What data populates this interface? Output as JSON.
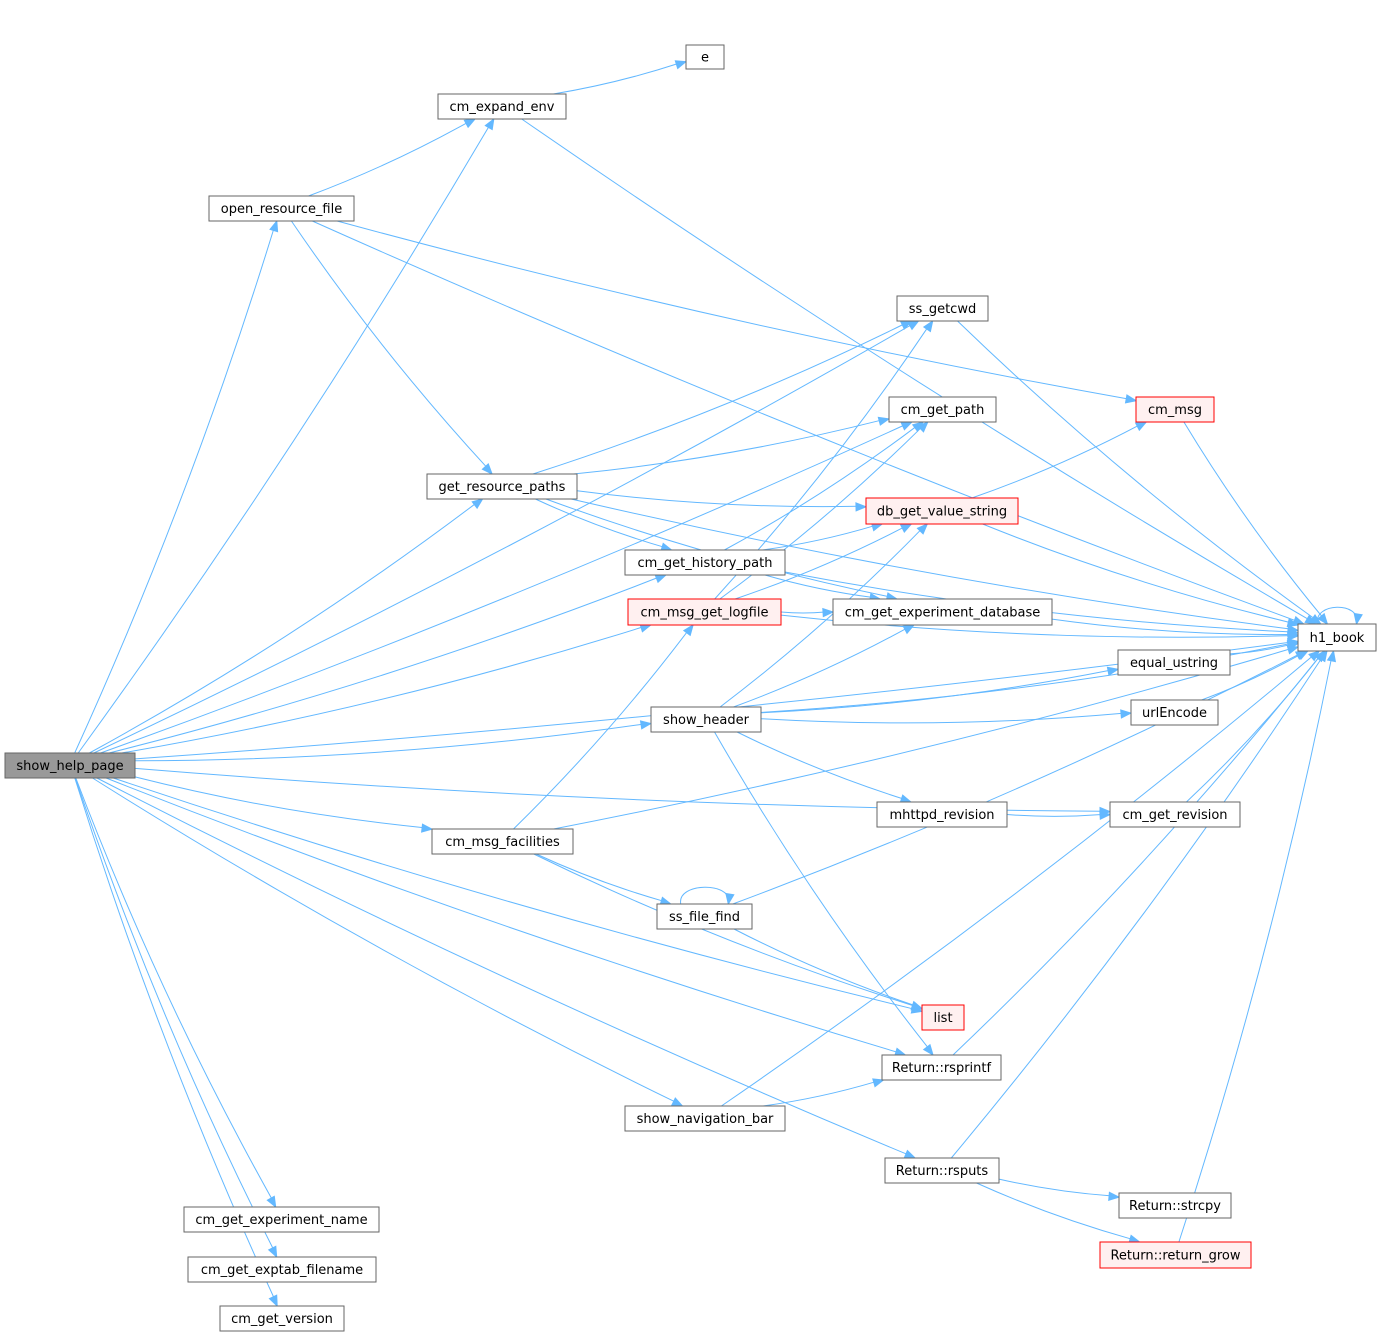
{
  "diagram": {
    "kind": "call-graph",
    "colors": {
      "edge": "#63b8ff",
      "node_border": "#666666",
      "root_fill": "#999999",
      "red_border": "#ff0000",
      "red_fill": "#fff0f0"
    },
    "nodes": [
      {
        "id": "show_help_page",
        "label": "show_help_page",
        "style": "root"
      },
      {
        "id": "e",
        "label": "e",
        "style": "plain"
      },
      {
        "id": "cm_expand_env",
        "label": "cm_expand_env",
        "style": "plain"
      },
      {
        "id": "open_resource_file",
        "label": "open_resource_file",
        "style": "plain"
      },
      {
        "id": "ss_getcwd",
        "label": "ss_getcwd",
        "style": "plain"
      },
      {
        "id": "cm_get_path",
        "label": "cm_get_path",
        "style": "plain"
      },
      {
        "id": "cm_msg",
        "label": "cm_msg",
        "style": "red"
      },
      {
        "id": "get_resource_paths",
        "label": "get_resource_paths",
        "style": "plain"
      },
      {
        "id": "db_get_value_string",
        "label": "db_get_value_string",
        "style": "red"
      },
      {
        "id": "cm_get_history_path",
        "label": "cm_get_history_path",
        "style": "plain"
      },
      {
        "id": "cm_msg_get_logfile",
        "label": "cm_msg_get_logfile",
        "style": "red"
      },
      {
        "id": "cm_get_experiment_database",
        "label": "cm_get_experiment_database",
        "style": "plain"
      },
      {
        "id": "h1_book",
        "label": "h1_book",
        "style": "plain"
      },
      {
        "id": "equal_ustring",
        "label": "equal_ustring",
        "style": "plain"
      },
      {
        "id": "show_header",
        "label": "show_header",
        "style": "plain"
      },
      {
        "id": "urlEncode",
        "label": "urlEncode",
        "style": "plain"
      },
      {
        "id": "mhttpd_revision",
        "label": "mhttpd_revision",
        "style": "plain"
      },
      {
        "id": "cm_get_revision",
        "label": "cm_get_revision",
        "style": "plain"
      },
      {
        "id": "cm_msg_facilities",
        "label": "cm_msg_facilities",
        "style": "plain"
      },
      {
        "id": "ss_file_find",
        "label": "ss_file_find",
        "style": "plain"
      },
      {
        "id": "list",
        "label": "list",
        "style": "red"
      },
      {
        "id": "rsprintf",
        "label": "Return::rsprintf",
        "style": "plain"
      },
      {
        "id": "show_navigation_bar",
        "label": "show_navigation_bar",
        "style": "plain"
      },
      {
        "id": "rsputs",
        "label": "Return::rsputs",
        "style": "plain"
      },
      {
        "id": "strcpy",
        "label": "Return::strcpy",
        "style": "plain"
      },
      {
        "id": "return_grow",
        "label": "Return::return_grow",
        "style": "red"
      },
      {
        "id": "cm_get_experiment_name",
        "label": "cm_get_experiment_name",
        "style": "plain"
      },
      {
        "id": "cm_get_exptab_filename",
        "label": "cm_get_exptab_filename",
        "style": "plain"
      },
      {
        "id": "cm_get_version",
        "label": "cm_get_version",
        "style": "plain"
      }
    ],
    "edges": [
      [
        "show_help_page",
        "h1_book"
      ],
      [
        "show_help_page",
        "cm_expand_env"
      ],
      [
        "show_help_page",
        "open_resource_file"
      ],
      [
        "show_help_page",
        "ss_getcwd"
      ],
      [
        "show_help_page",
        "cm_get_path"
      ],
      [
        "show_help_page",
        "get_resource_paths"
      ],
      [
        "show_help_page",
        "cm_get_history_path"
      ],
      [
        "show_help_page",
        "cm_msg_get_logfile"
      ],
      [
        "show_help_page",
        "show_header"
      ],
      [
        "show_help_page",
        "cm_get_revision"
      ],
      [
        "show_help_page",
        "cm_msg_facilities"
      ],
      [
        "show_help_page",
        "list"
      ],
      [
        "show_help_page",
        "rsprintf"
      ],
      [
        "show_help_page",
        "show_navigation_bar"
      ],
      [
        "show_help_page",
        "rsputs"
      ],
      [
        "show_help_page",
        "cm_get_experiment_name"
      ],
      [
        "show_help_page",
        "cm_get_exptab_filename"
      ],
      [
        "show_help_page",
        "cm_get_version"
      ],
      [
        "cm_expand_env",
        "e"
      ],
      [
        "cm_expand_env",
        "h1_book"
      ],
      [
        "open_resource_file",
        "cm_expand_env"
      ],
      [
        "open_resource_file",
        "h1_book"
      ],
      [
        "open_resource_file",
        "cm_msg"
      ],
      [
        "open_resource_file",
        "get_resource_paths"
      ],
      [
        "get_resource_paths",
        "ss_getcwd"
      ],
      [
        "get_resource_paths",
        "h1_book"
      ],
      [
        "get_resource_paths",
        "cm_get_path"
      ],
      [
        "get_resource_paths",
        "db_get_value_string"
      ],
      [
        "get_resource_paths",
        "cm_get_history_path"
      ],
      [
        "get_resource_paths",
        "cm_get_experiment_database"
      ],
      [
        "ss_getcwd",
        "h1_book"
      ],
      [
        "cm_msg",
        "h1_book"
      ],
      [
        "db_get_value_string",
        "cm_msg"
      ],
      [
        "db_get_value_string",
        "h1_book"
      ],
      [
        "cm_get_history_path",
        "cm_get_path"
      ],
      [
        "cm_get_history_path",
        "h1_book"
      ],
      [
        "cm_get_history_path",
        "db_get_value_string"
      ],
      [
        "cm_get_history_path",
        "cm_get_experiment_database"
      ],
      [
        "cm_msg_get_logfile",
        "ss_getcwd"
      ],
      [
        "cm_msg_get_logfile",
        "cm_get_path"
      ],
      [
        "cm_msg_get_logfile",
        "db_get_value_string"
      ],
      [
        "cm_msg_get_logfile",
        "cm_get_experiment_database"
      ],
      [
        "cm_msg_get_logfile",
        "h1_book"
      ],
      [
        "cm_get_experiment_database",
        "h1_book"
      ],
      [
        "show_header",
        "db_get_value_string"
      ],
      [
        "show_header",
        "cm_get_experiment_database"
      ],
      [
        "show_header",
        "equal_ustring"
      ],
      [
        "show_header",
        "urlEncode"
      ],
      [
        "show_header",
        "h1_book"
      ],
      [
        "show_header",
        "mhttpd_revision"
      ],
      [
        "show_header",
        "rsprintf"
      ],
      [
        "equal_ustring",
        "h1_book"
      ],
      [
        "urlEncode",
        "h1_book"
      ],
      [
        "mhttpd_revision",
        "cm_get_revision"
      ],
      [
        "cm_get_revision",
        "h1_book"
      ],
      [
        "cm_msg_facilities",
        "cm_msg_get_logfile"
      ],
      [
        "cm_msg_facilities",
        "ss_file_find"
      ],
      [
        "cm_msg_facilities",
        "h1_book"
      ],
      [
        "cm_msg_facilities",
        "list"
      ],
      [
        "ss_file_find",
        "ss_file_find"
      ],
      [
        "ss_file_find",
        "h1_book"
      ],
      [
        "ss_file_find",
        "list"
      ],
      [
        "rsprintf",
        "h1_book"
      ],
      [
        "show_navigation_bar",
        "rsprintf"
      ],
      [
        "show_navigation_bar",
        "h1_book"
      ],
      [
        "rsputs",
        "h1_book"
      ],
      [
        "rsputs",
        "strcpy"
      ],
      [
        "rsputs",
        "return_grow"
      ],
      [
        "return_grow",
        "h1_book"
      ],
      [
        "h1_book",
        "h1_book"
      ]
    ]
  }
}
